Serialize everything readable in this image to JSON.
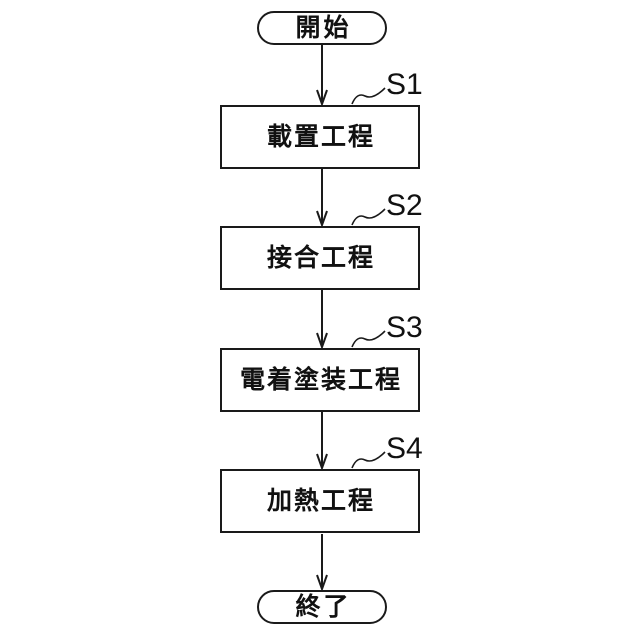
{
  "flowchart": {
    "start_label": "開始",
    "end_label": "終了",
    "steps": [
      {
        "id": "S1",
        "label": "載置工程"
      },
      {
        "id": "S2",
        "label": "接合工程"
      },
      {
        "id": "S3",
        "label": "電着塗装工程"
      },
      {
        "id": "S4",
        "label": "加熱工程"
      }
    ],
    "colors": {
      "line": "#1a1a1a",
      "background": "#ffffff"
    }
  }
}
